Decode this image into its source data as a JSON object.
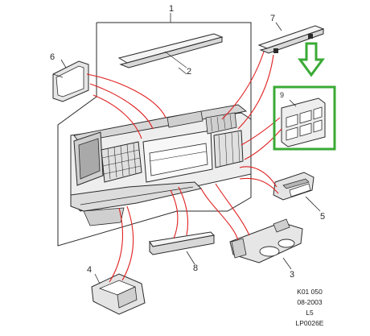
{
  "callouts": {
    "c1": "1",
    "c2": "2",
    "c3": "3",
    "c4": "4",
    "c5": "5",
    "c6": "6",
    "c7": "7",
    "c8": "8",
    "c9": "9"
  },
  "reference": {
    "line1": "K01 050",
    "line2": "08-2003",
    "line3": "L5",
    "line4": "LP0026E"
  },
  "colors": {
    "leader": "#e02020",
    "highlight": "#3aaa35",
    "outline": "#2a2a2a"
  }
}
